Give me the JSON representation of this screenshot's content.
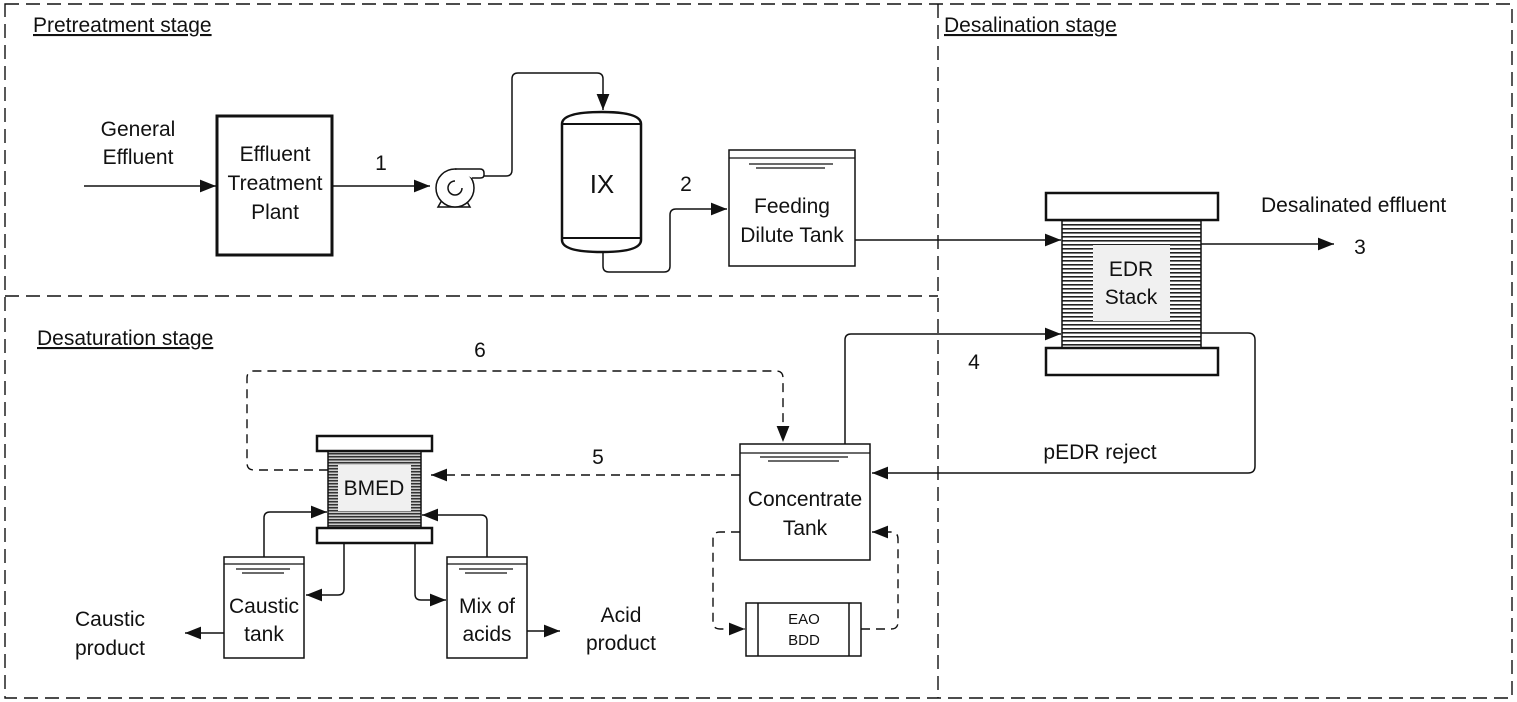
{
  "stages": {
    "pretreatment": "Pretreatment stage",
    "desalination": "Desalination stage",
    "desaturation": "Desaturation stage"
  },
  "nodes": {
    "general_effluent": [
      "General",
      "Effluent"
    ],
    "effluent_treatment_plant": [
      "Effluent",
      "Treatment",
      "Plant"
    ],
    "ix": "IX",
    "feeding_dilute_tank": [
      "Feeding",
      "Dilute Tank"
    ],
    "edr_stack": [
      "EDR",
      "Stack"
    ],
    "desalinated_effluent": "Desalinated effluent",
    "pedr_reject": "pEDR reject",
    "concentrate_tank": [
      "Concentrate",
      "Tank"
    ],
    "eao_bdd": [
      "EAO",
      "BDD"
    ],
    "bmed": "BMED",
    "caustic_tank": [
      "Caustic",
      "tank"
    ],
    "mix_of_acids": [
      "Mix of",
      "acids"
    ],
    "caustic_product": [
      "Caustic",
      "product"
    ],
    "acid_product": [
      "Acid",
      "product"
    ]
  },
  "stream_labels": {
    "s1": "1",
    "s2": "2",
    "s3": "3",
    "s4": "4",
    "s5": "5",
    "s6": "6"
  },
  "colors": {
    "line": "#111111",
    "panel": "#f0f0f0"
  }
}
